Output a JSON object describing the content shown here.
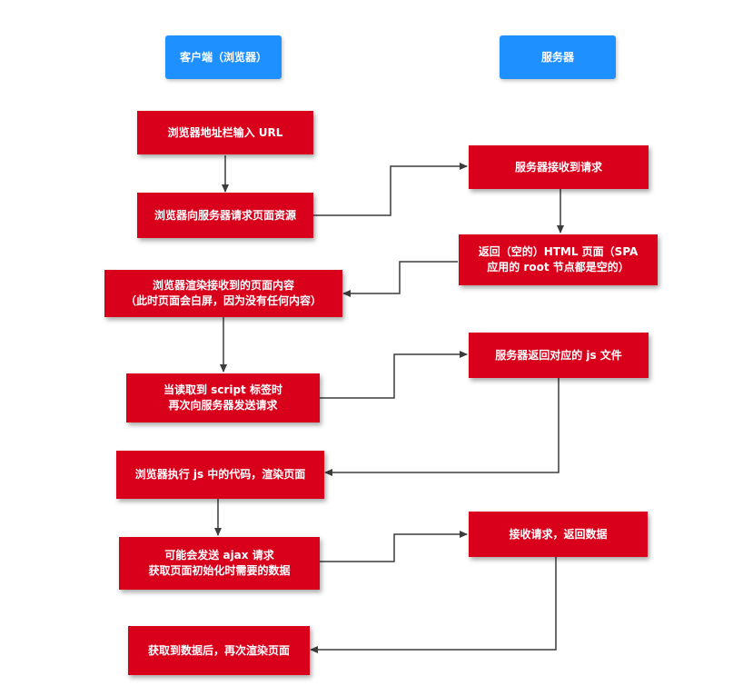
{
  "colors": {
    "process": "#d9001b",
    "lane_header": "#1e90ff",
    "connector": "#3c3c3c",
    "text": "#ffffff"
  },
  "lanes": {
    "client": "客户端（浏览器）",
    "server": "服务器"
  },
  "steps": {
    "c1": [
      "浏览器地址栏输入 URL"
    ],
    "c2": [
      "浏览器向服务器请求页面资源"
    ],
    "c3": [
      "浏览器渲染接收到的页面内容",
      "（此时页面会白屏，因为没有任何内容）"
    ],
    "c4": [
      "当读取到 script 标签时",
      "再次向服务器发送请求"
    ],
    "c5": [
      "浏览器执行 js 中的代码，渲染页面"
    ],
    "c6": [
      "可能会发送 ajax 请求",
      "获取页面初始化时需要的数据"
    ],
    "c7": [
      "获取到数据后，再次渲染页面"
    ],
    "s1": [
      "服务器接收到请求"
    ],
    "s2": [
      "返回（空的）HTML 页面（SPA",
      "应用的 root 节点都是空的）"
    ],
    "s3": [
      "服务器返回对应的 js 文件"
    ],
    "s4": [
      "接收请求，返回数据"
    ]
  }
}
